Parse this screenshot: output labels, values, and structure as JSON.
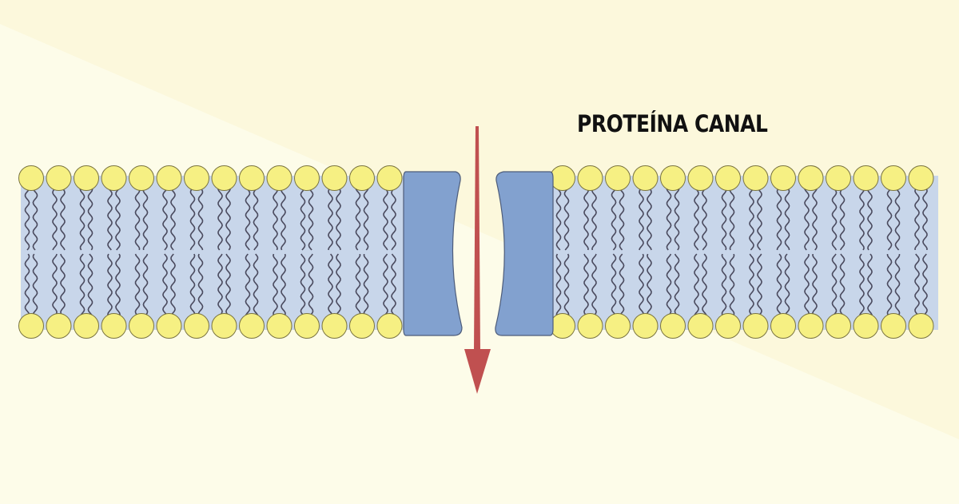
{
  "diagram": {
    "label": "PROTEÍNA CANAL",
    "colors": {
      "background": "#fdfce9",
      "background_band": "#fcf8dc",
      "membrane_band": "#c8d6ea",
      "lipid_head": "#f6f083",
      "lipid_head_stroke": "#7a7440",
      "lipid_tail": "#4a4a5e",
      "channel_protein": "#82a1cf",
      "channel_protein_stroke": "#4d5c7a",
      "arrow": "#c05050",
      "label_text": "#111111"
    },
    "left_lipids_per_leaflet": 14,
    "right_lipids_per_leaflet": 14
  }
}
